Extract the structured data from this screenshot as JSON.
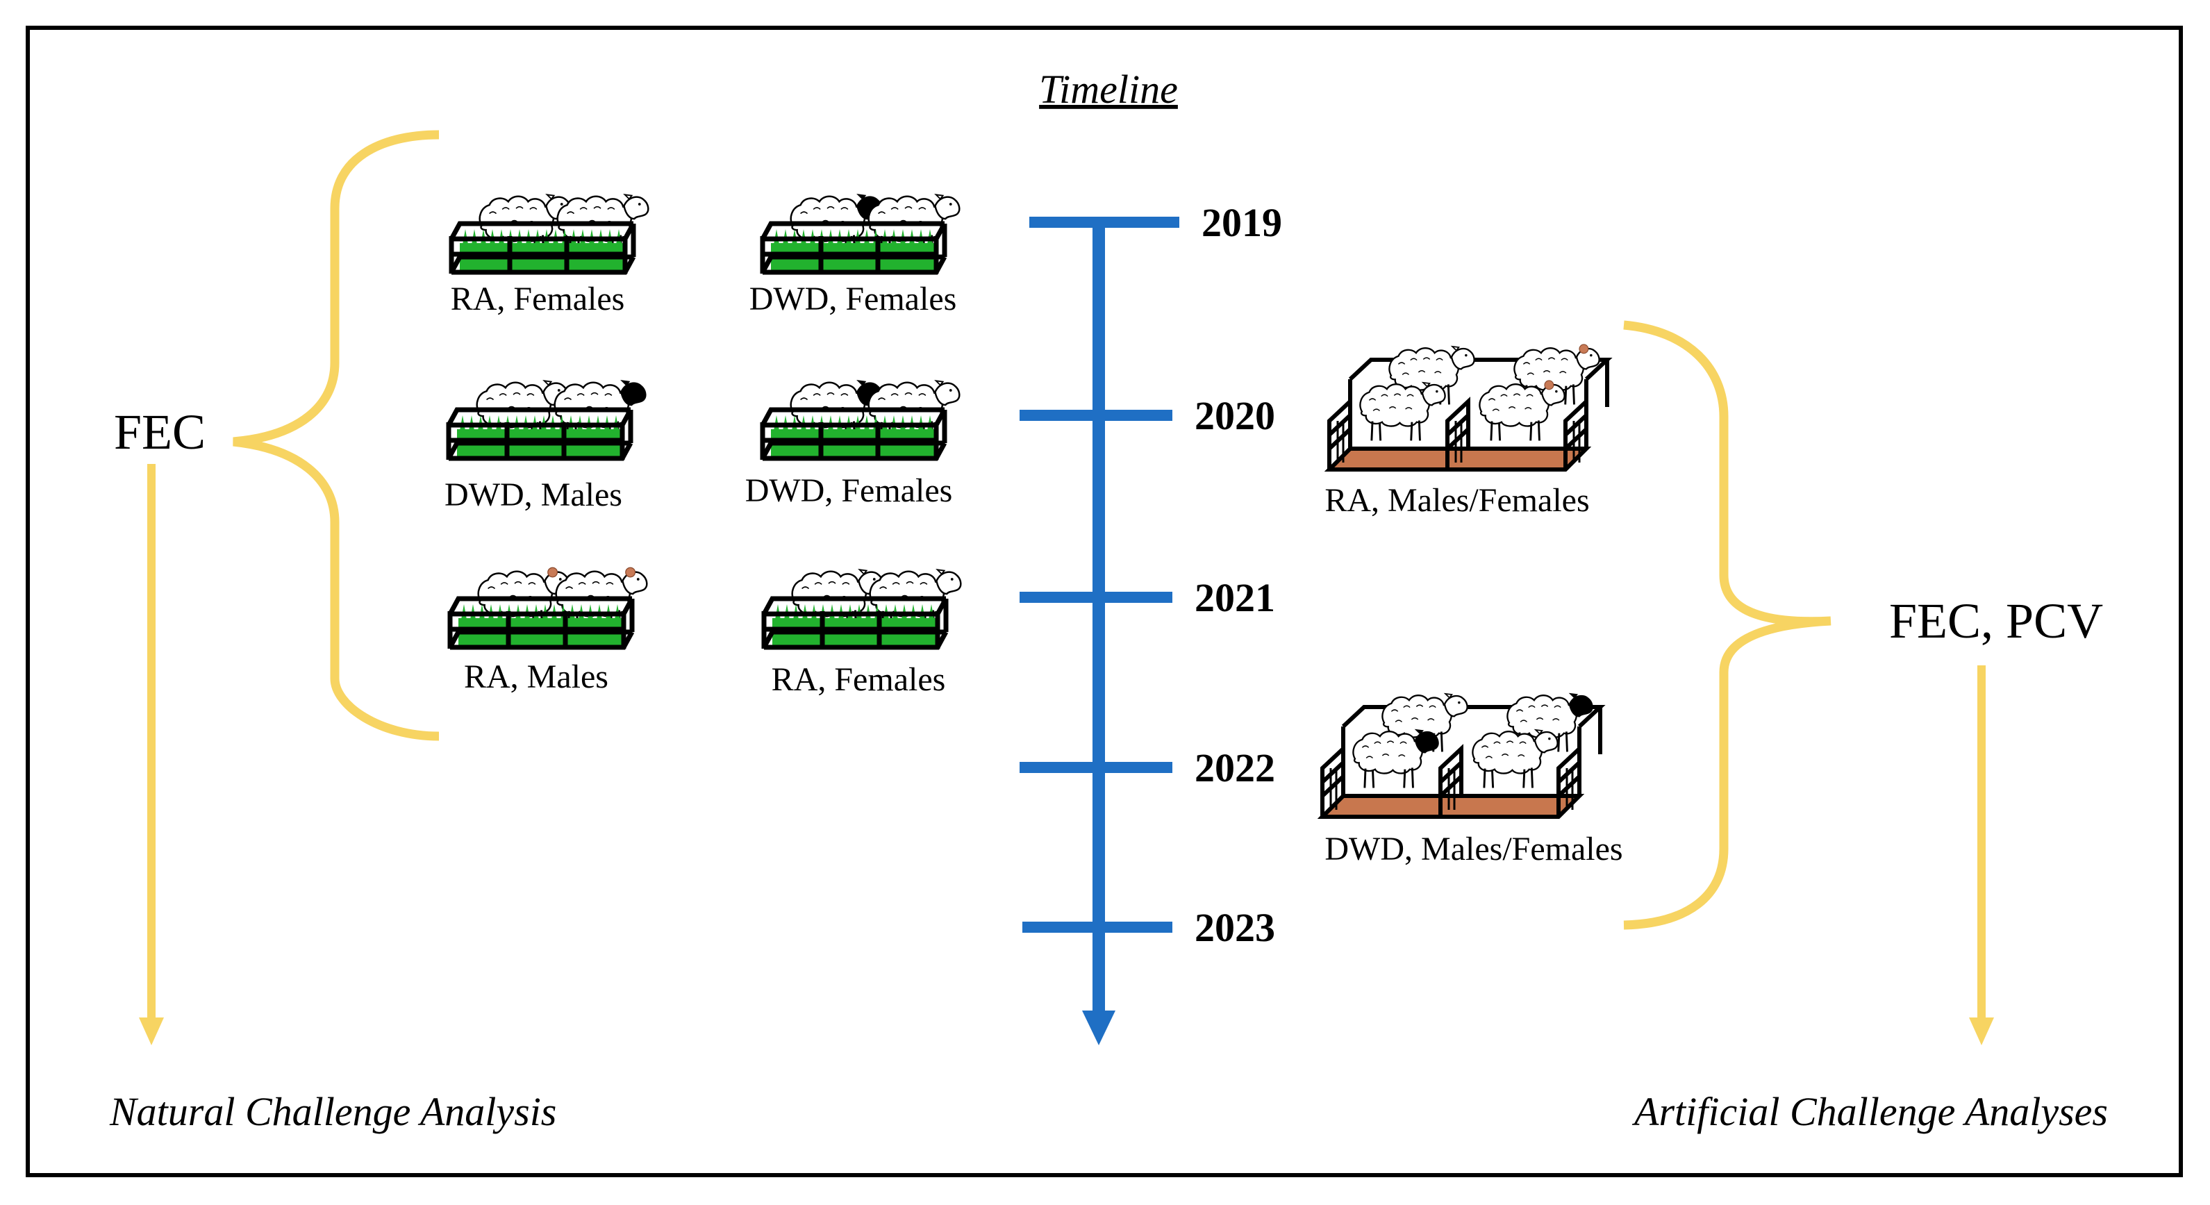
{
  "title": "Timeline",
  "colors": {
    "timeline": "#1f6fc4",
    "bracket": "#f7d462",
    "grass": "#22b22e",
    "soil": "#c8774e",
    "frame": "#000000",
    "ear": "#c87a56"
  },
  "timeline": {
    "years": [
      "2019",
      "2020",
      "2021",
      "2022",
      "2023"
    ]
  },
  "natural": {
    "measure": "FEC",
    "analysis": "Natural Challenge Analysis",
    "pens": [
      {
        "label": "RA, Females",
        "heads": [
          "white",
          "white"
        ]
      },
      {
        "label": "DWD, Females",
        "heads": [
          "black",
          "white"
        ]
      },
      {
        "label": "DWD, Males",
        "heads": [
          "white",
          "black"
        ]
      },
      {
        "label": "DWD, Females",
        "heads": [
          "black",
          "white"
        ]
      },
      {
        "label": "RA, Males",
        "heads": [
          "tag",
          "tag"
        ]
      },
      {
        "label": "RA, Females",
        "heads": [
          "white",
          "white"
        ]
      }
    ]
  },
  "artificial": {
    "measure": "FEC, PCV",
    "analysis": "Artificial Challenge Analyses",
    "pens": [
      {
        "label": "RA, Males/Females",
        "heads": [
          "white",
          "tag",
          "white",
          "tag"
        ]
      },
      {
        "label": "DWD, Males/Females",
        "heads": [
          "white",
          "black",
          "black",
          "white"
        ]
      }
    ]
  }
}
